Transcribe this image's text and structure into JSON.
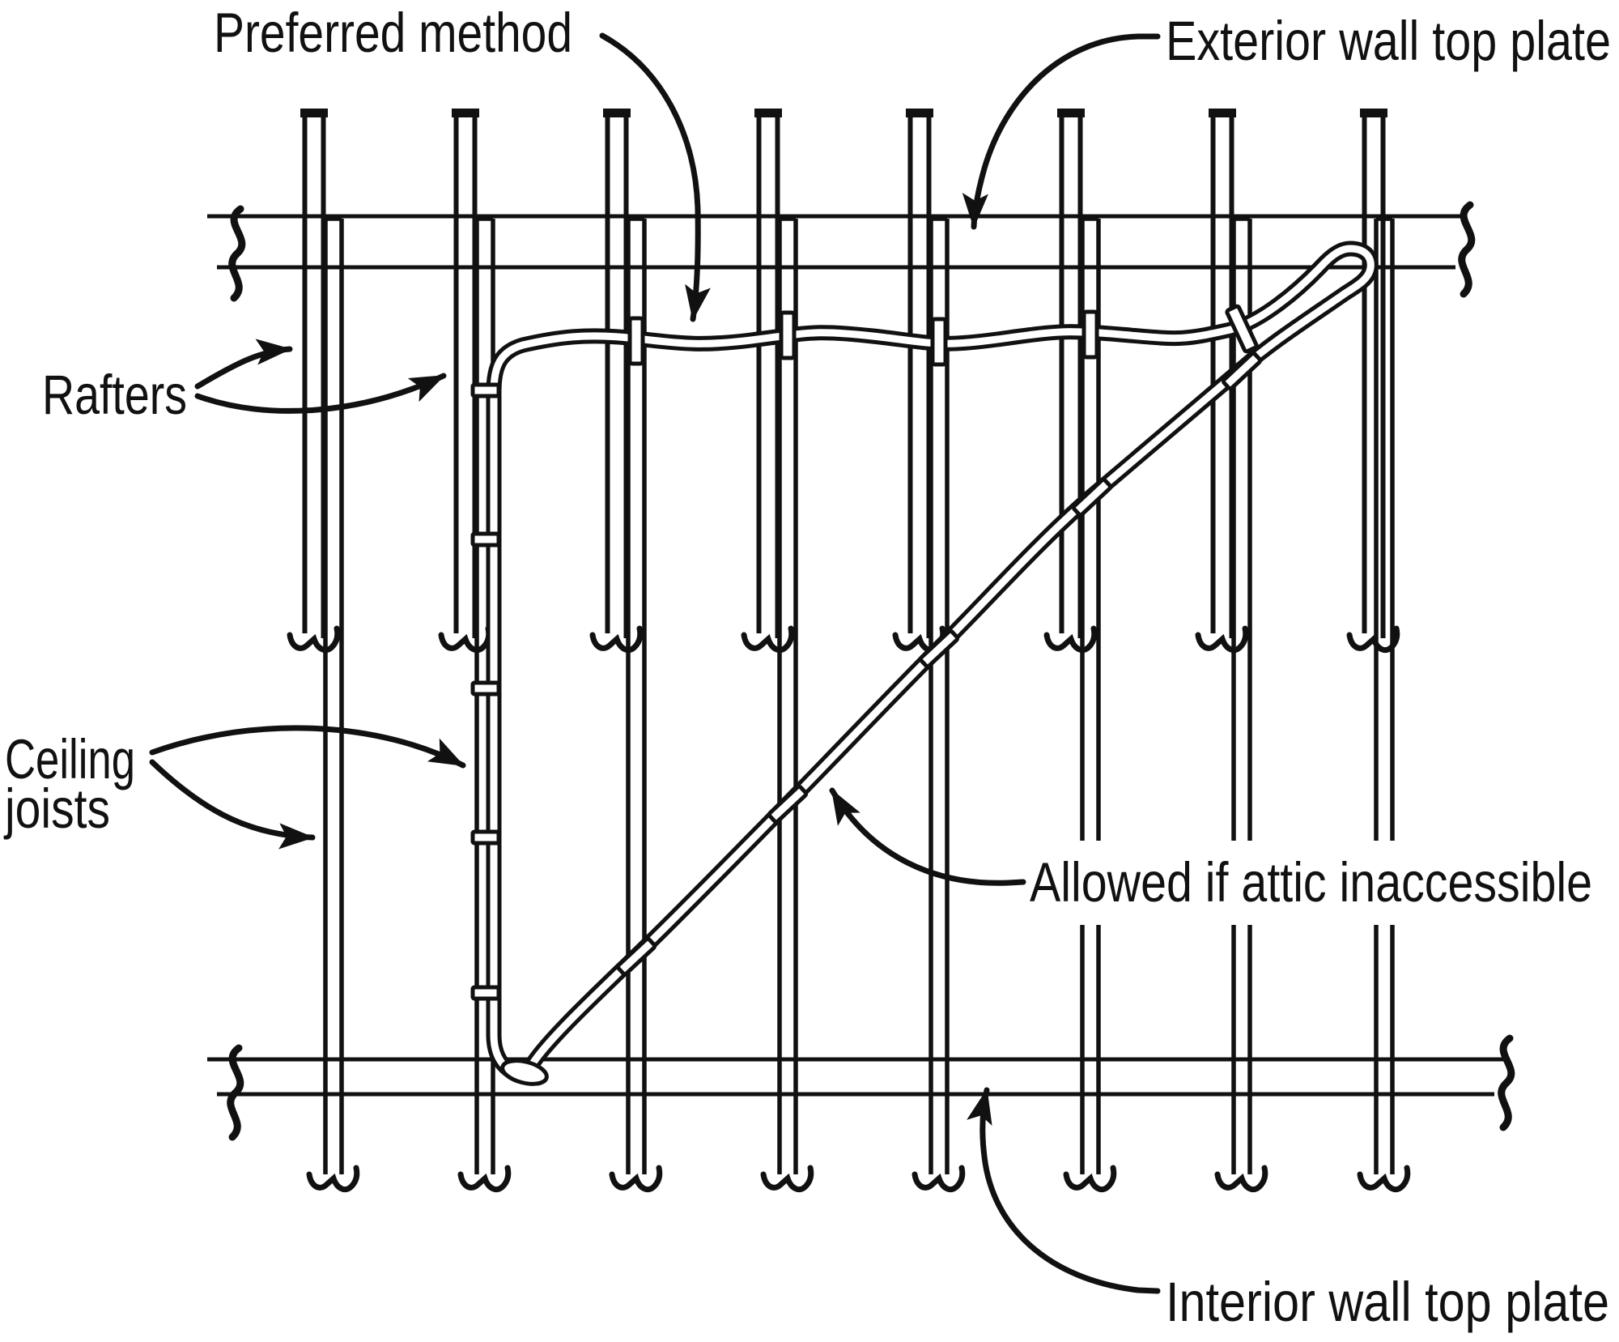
{
  "diagram": {
    "description": "Attic wiring diagram showing cable routing across rafters and ceiling joists between exterior and interior wall top plates",
    "labels": {
      "preferred_method": "Preferred method",
      "exterior_wall_top_plate": "Exterior wall top plate",
      "rafters": "Rafters",
      "ceiling_joists_line1": "Ceiling",
      "ceiling_joists_line2": "joists",
      "allowed_if_attic_inaccessible": "Allowed if attic inaccessible",
      "interior_wall_top_plate": "Interior wall top plate"
    },
    "structure": {
      "rafter_count": 8,
      "ceiling_joist_count": 8,
      "plates": [
        "Exterior wall top plate",
        "Interior wall top plate"
      ],
      "cable_routes": [
        "Horizontal run along joists near exterior top plate with vertical drop (preferred method)",
        "Diagonal run across joists to interior wall top plate (allowed if attic inaccessible)"
      ],
      "cable_staple_count_vertical_drop": 5,
      "cable_guard_count_horizontal_run": 5,
      "cable_guard_count_diagonal_run": 5
    },
    "colors": {
      "ink": "#111111",
      "background": "#ffffff"
    }
  }
}
